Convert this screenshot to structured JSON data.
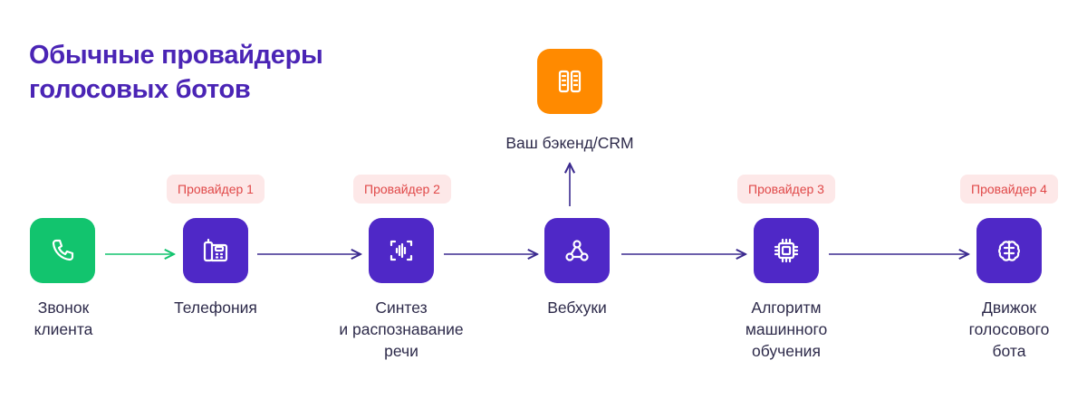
{
  "title": {
    "line1": "Обычные провайдеры",
    "line2": "голосовых ботов"
  },
  "nodes": {
    "client_call": {
      "label_lines": [
        "Звонок",
        "клиента"
      ],
      "icon": "phone-icon"
    },
    "telephony": {
      "label_lines": [
        "Телефония"
      ],
      "icon": "phone-device-icon"
    },
    "speech": {
      "label_lines": [
        "Синтез",
        "и распознавание",
        "речи"
      ],
      "icon": "voice-wave-icon"
    },
    "webhooks": {
      "label_lines": [
        "Вебхуки"
      ],
      "icon": "webhook-icon"
    },
    "ml": {
      "label_lines": [
        "Алгоритм",
        "машинного",
        "обучения"
      ],
      "icon": "chip-icon"
    },
    "engine": {
      "label_lines": [
        "Движок",
        "голосового",
        "бота"
      ],
      "icon": "brain-icon"
    },
    "backend": {
      "label_lines": [
        "Ваш бэкенд/CRM"
      ],
      "icon": "server-icon"
    }
  },
  "providers": {
    "p1": "Провайдер 1",
    "p2": "Провайдер 2",
    "p3": "Провайдер 3",
    "p4": "Провайдер 4"
  },
  "colors": {
    "title": "#4a24b5",
    "node_purple": "#4f28c7",
    "node_green": "#12c46e",
    "node_orange": "#ff8a00",
    "arrow_purple": "#3b2a8f",
    "arrow_green": "#12c46e",
    "badge_bg": "#fde8e8",
    "badge_text": "#e04848"
  }
}
